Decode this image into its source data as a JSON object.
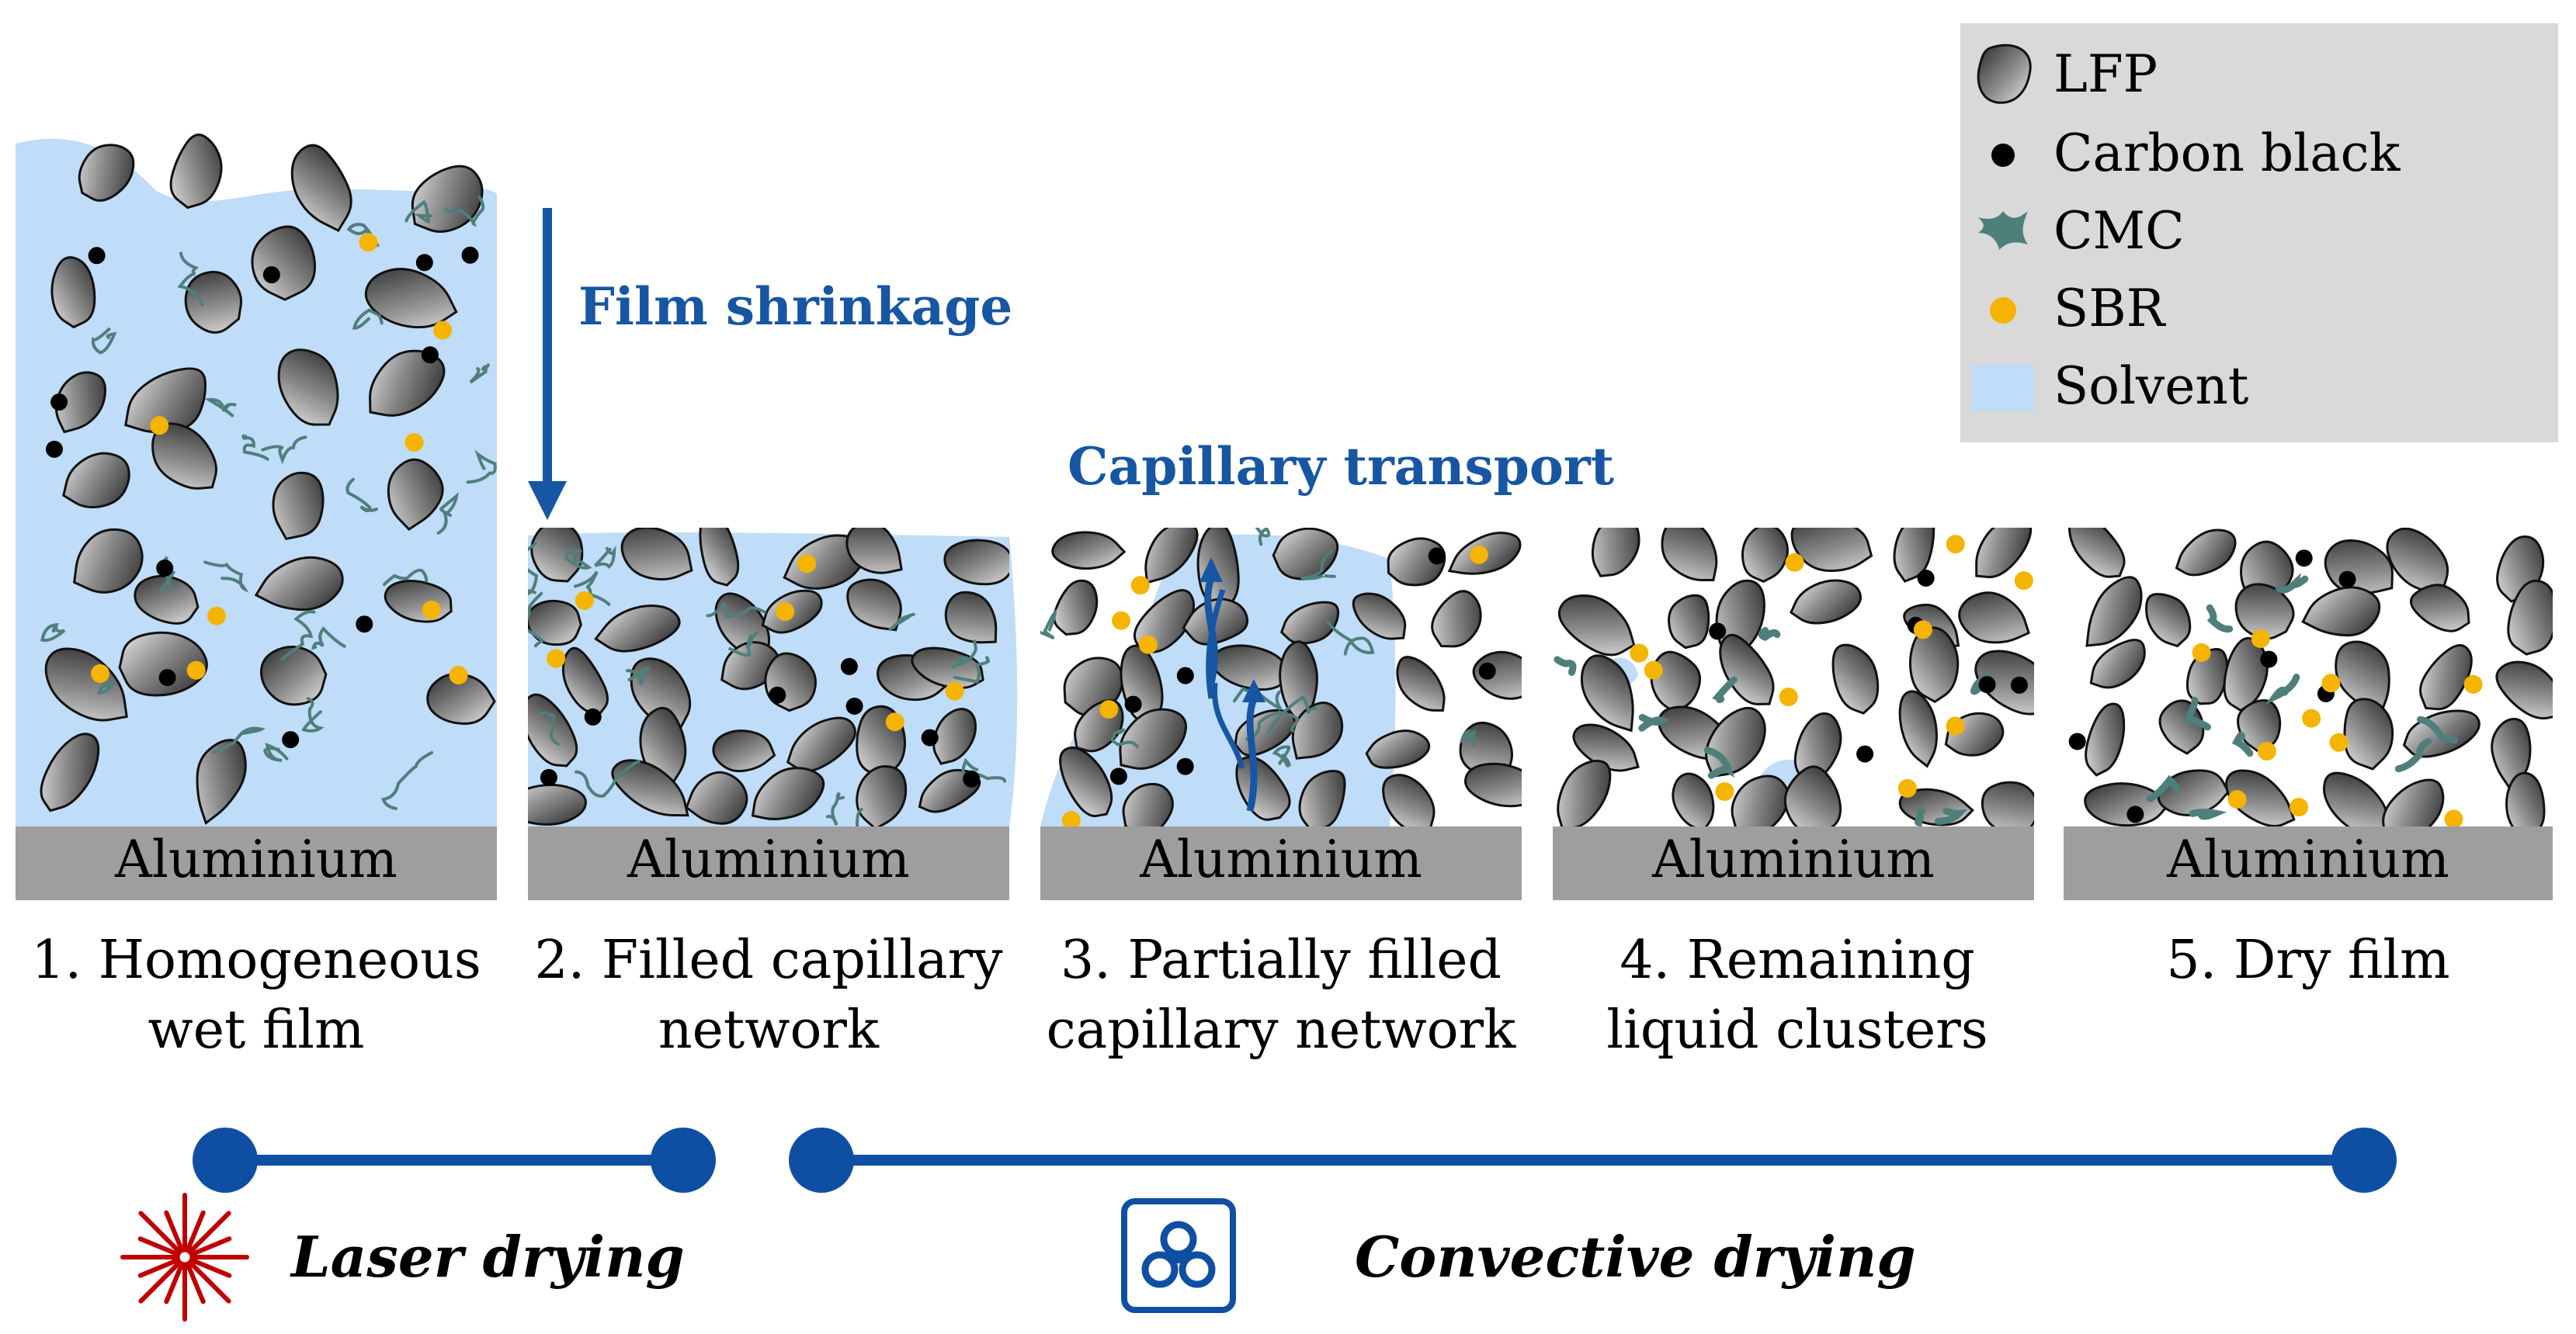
{
  "colors": {
    "solvent": "#bfdcf8",
    "aluminium": "#9e9e9e",
    "accent_blue": "#1656a3",
    "timeline_blue": "#0f4fa3",
    "cmc": "#4f7f7b",
    "sbr": "#f5b400",
    "carbon_black": "#000000",
    "legend_bg": "#d9d9d9",
    "laser_red": "#c00000"
  },
  "legend": [
    {
      "label": "LFP",
      "icon": "lfp-particle-icon"
    },
    {
      "label": "Carbon black",
      "icon": "carbon-black-dot-icon"
    },
    {
      "label": "CMC",
      "icon": "cmc-binder-icon"
    },
    {
      "label": "SBR",
      "icon": "sbr-dot-icon"
    },
    {
      "label": "Solvent",
      "icon": "solvent-swatch-icon"
    }
  ],
  "annotations": {
    "film_shrinkage": "Film shrinkage",
    "capillary_transport": "Capillary transport"
  },
  "substrate_label": "Aluminium",
  "stages": [
    {
      "line1": "1. Homogeneous",
      "line2": "wet film"
    },
    {
      "line1": "2. Filled capillary",
      "line2": "network"
    },
    {
      "line1": "3. Partially filled",
      "line2": "capillary network"
    },
    {
      "line1": "4. Remaining",
      "line2": "liquid clusters"
    },
    {
      "line1": "5. Dry film",
      "line2": ""
    }
  ],
  "drying_methods": {
    "laser": {
      "label": "Laser drying",
      "icon": "laser-burst-icon"
    },
    "convective": {
      "label": "Convective drying",
      "icon": "fan-icon"
    }
  }
}
